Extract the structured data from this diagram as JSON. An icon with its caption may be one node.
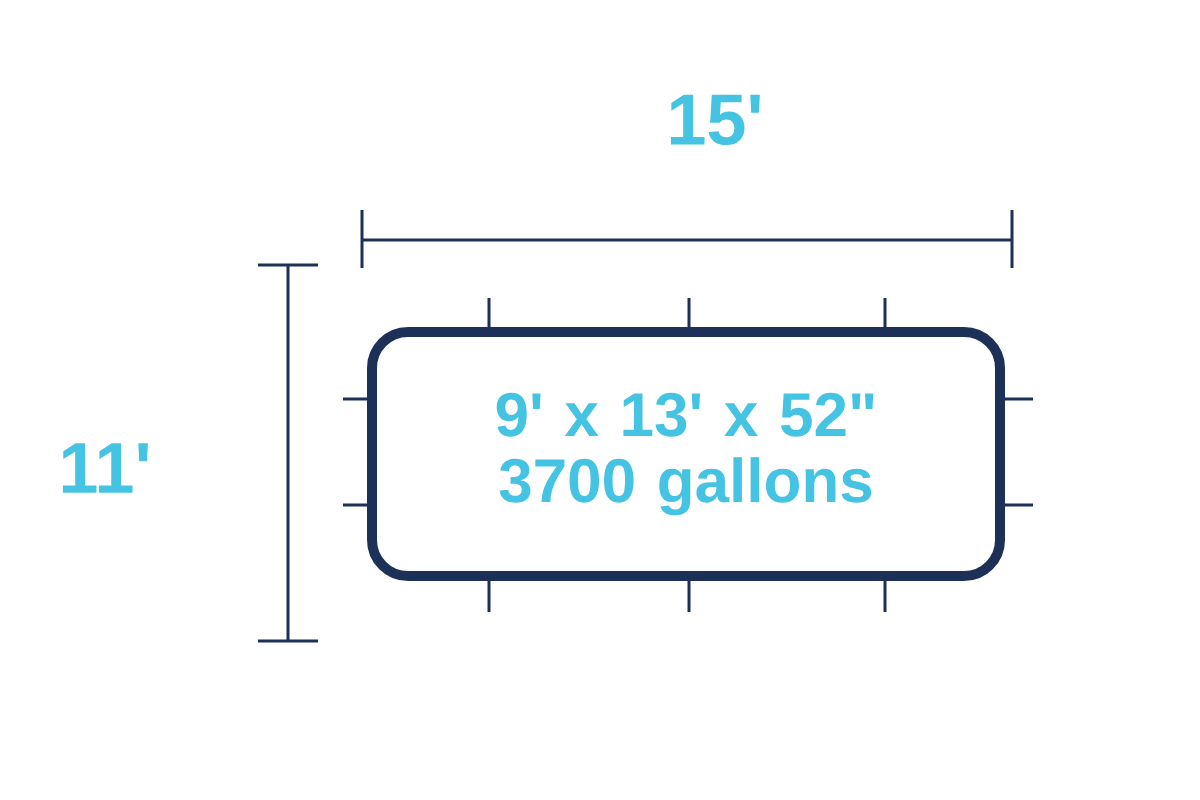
{
  "diagram": {
    "nodes": [
      {
        "text": [
          "9' x 13' x 52\" 3700 gallons"
        ]
      }
    ],
    "edges": [],
    "labels": [
      "15'",
      "11'"
    ]
  }
}
